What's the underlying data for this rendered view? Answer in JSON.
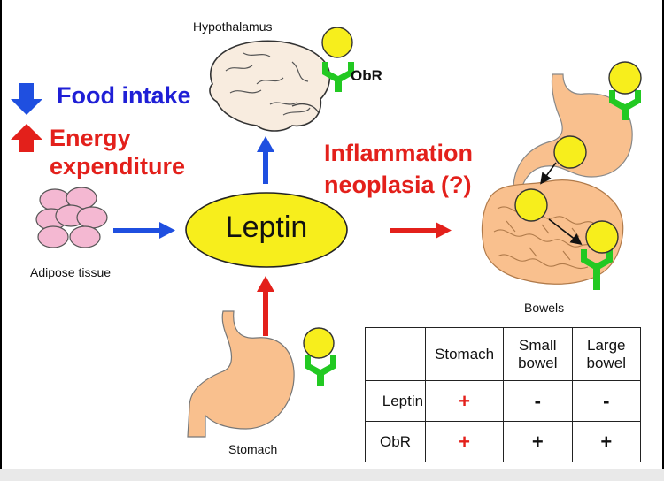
{
  "labels": {
    "hypothalamus": "Hypothalamus",
    "obr": "ObR",
    "food_intake": "Food intake",
    "energy_line1": "Energy",
    "energy_line2": "expenditure",
    "inflammation_line1": "Inflammation",
    "inflammation_line2": "neoplasia (?)",
    "leptin": "Leptin",
    "adipose": "Adipose tissue",
    "bowels": "Bowels",
    "stomach": "Stomach"
  },
  "table": {
    "headers": [
      "",
      "Stomach",
      "Small bowel",
      "Large bowel"
    ],
    "rows": [
      {
        "label": "Leptin",
        "cells": [
          "+",
          "-",
          "-"
        ]
      },
      {
        "label": "ObR",
        "cells": [
          "+",
          "+",
          "+"
        ]
      }
    ]
  },
  "colors": {
    "blue_arrow": "#1f4fe0",
    "red_arrow": "#e3201b",
    "leptin_fill": "#f7ee1c",
    "receptor_green": "#22c922",
    "organ_fill": "#f9c08e",
    "adipose_fill": "#f4b8d2"
  }
}
